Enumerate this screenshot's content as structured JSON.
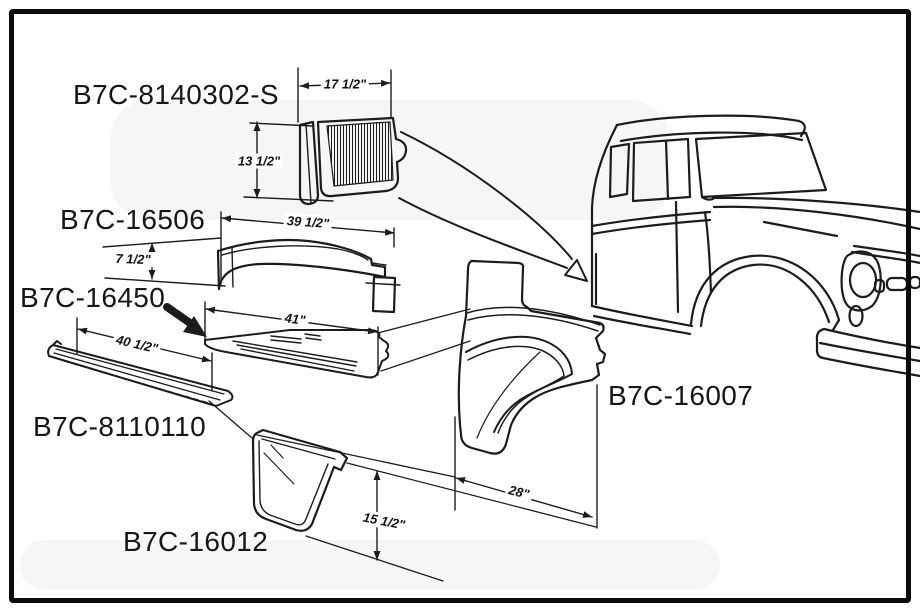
{
  "page": {
    "background": "#ffffff",
    "frame_color": "#0b0b0b",
    "ink": "#1c1c1c"
  },
  "parts": [
    {
      "name": "cab-front-kick-panel",
      "label": "B7C-8140302-S"
    },
    {
      "name": "cowl-panel",
      "label": "B7C-16506"
    },
    {
      "name": "cab-floor-panel",
      "label": "B7C-16450"
    },
    {
      "name": "rocker-panel",
      "label": "B7C-8110110"
    },
    {
      "name": "cab-corner-panel",
      "label": "B7C-16012"
    },
    {
      "name": "front-fender-section",
      "label": "B7C-16007"
    }
  ],
  "dimensions": {
    "front_panel_width": "17 1/2\"",
    "front_panel_height": "13 1/2\"",
    "cowl_length": "39 1/2\"",
    "cowl_height": "7 1/2\"",
    "floor_length": "41\"",
    "rocker_length": "40 1/2\"",
    "corner_height": "15 1/2\"",
    "fender_length": "28\""
  }
}
